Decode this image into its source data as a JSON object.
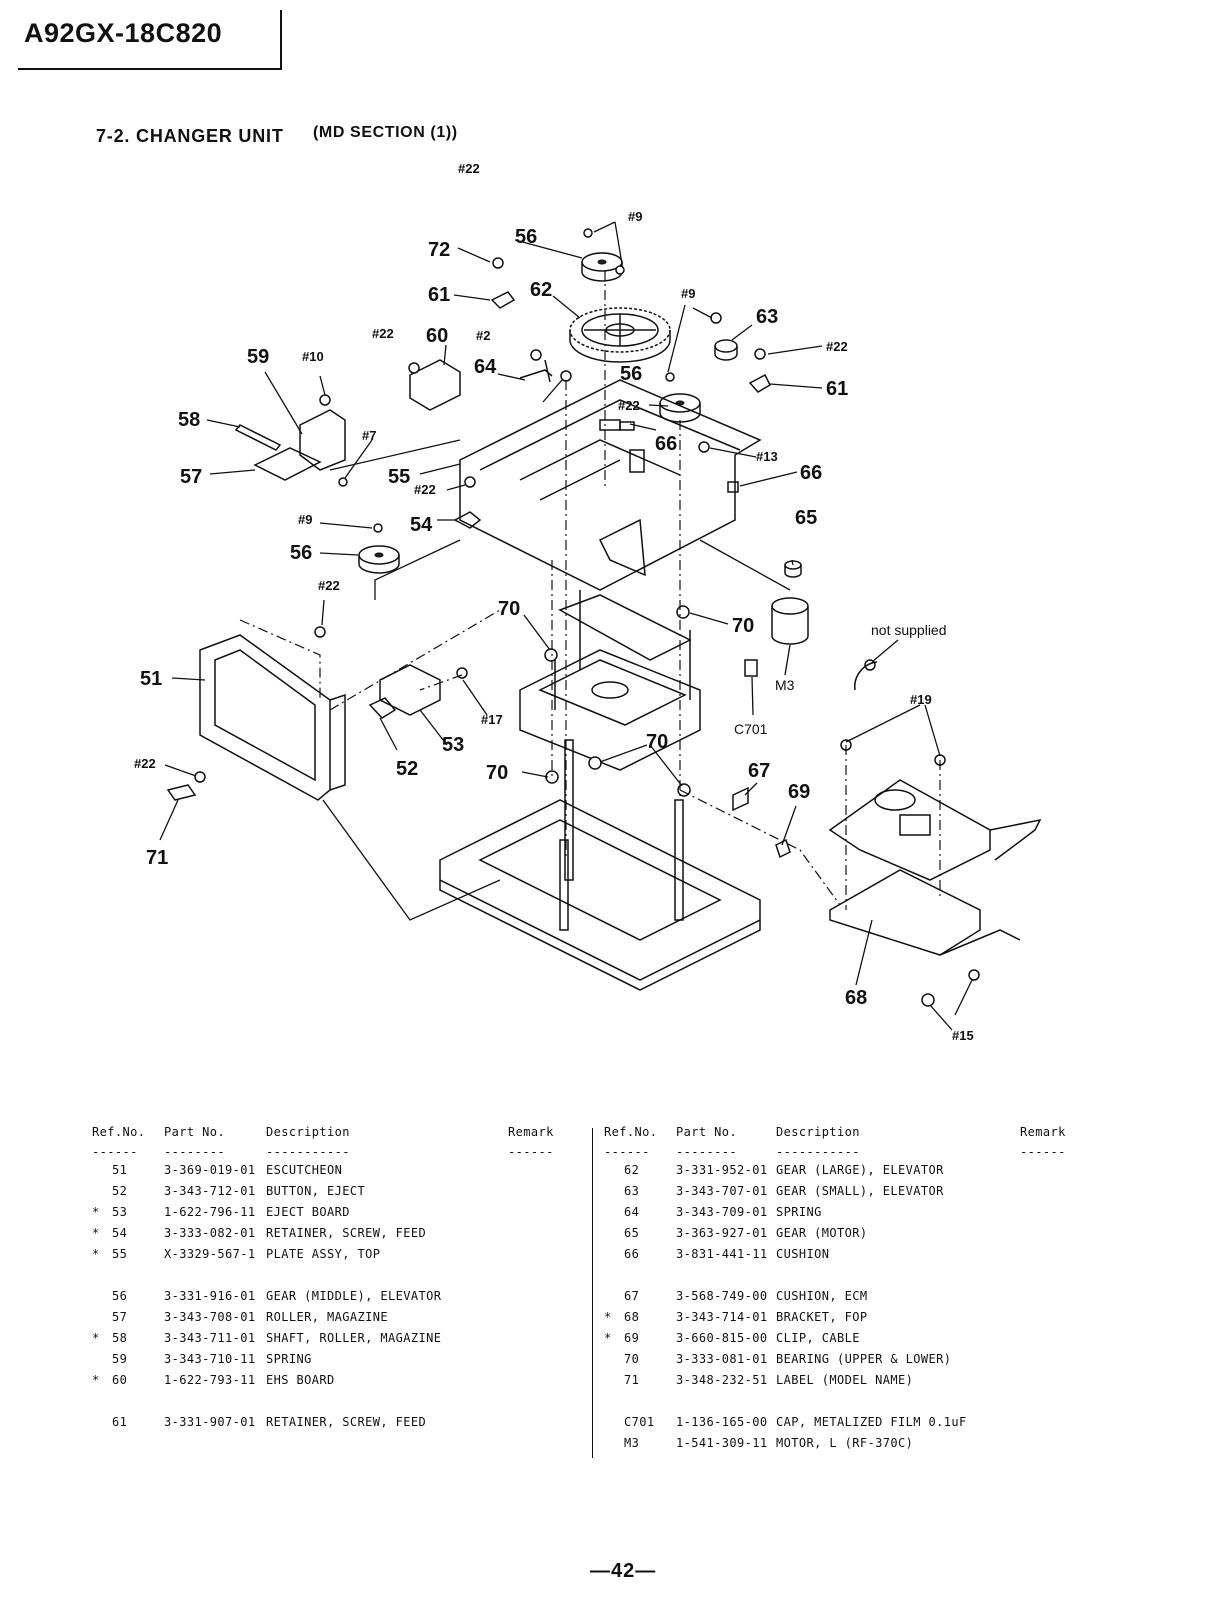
{
  "header": {
    "model": "A92GX-18C820"
  },
  "section": {
    "title": "7-2.  CHANGER  UNIT",
    "subtitle": "(MD  SECTION (1))"
  },
  "diagram": {
    "labels": {
      "l72": "72",
      "l56a": "56",
      "l62": "62",
      "l61a": "61",
      "l60": "60",
      "l59": "59",
      "l58": "58",
      "l57": "57",
      "l55": "55",
      "l54": "54",
      "l56b": "56",
      "l56c": "56",
      "l64": "64",
      "l63": "63",
      "l61b": "61",
      "l66a": "66",
      "l66b": "66",
      "l65": "65",
      "l70a": "70",
      "l70b": "70",
      "l70c": "70",
      "l70d": "70",
      "l51": "51",
      "l53": "53",
      "l52": "52",
      "l71": "71",
      "l67": "67",
      "l69": "69",
      "l68": "68",
      "lM3": "M3",
      "lC701": "C701",
      "s22top": "#22",
      "s9a": "#9",
      "s9b": "#9",
      "s22b": "#22",
      "s2": "#2",
      "s10": "#10",
      "s7": "#7",
      "s22c": "#22",
      "s22d": "#22",
      "s22e": "#22",
      "s13": "#13",
      "s9c": "#9",
      "s22f": "#22",
      "s17": "#17",
      "s22g": "#22",
      "s19": "#19",
      "s15": "#15",
      "note": "not supplied"
    }
  },
  "parts_left": {
    "headers": {
      "ref": "Ref.No.",
      "part": "Part No.",
      "desc": "Description",
      "remark": "Remark"
    },
    "rows": [
      {
        "mark": "",
        "ref": "51",
        "part": "3-369-019-01",
        "desc": "ESCUTCHEON"
      },
      {
        "mark": "",
        "ref": "52",
        "part": "3-343-712-01",
        "desc": "BUTTON, EJECT"
      },
      {
        "mark": "*",
        "ref": "53",
        "part": "1-622-796-11",
        "desc": "EJECT BOARD"
      },
      {
        "mark": "*",
        "ref": "54",
        "part": "3-333-082-01",
        "desc": "RETAINER, SCREW, FEED"
      },
      {
        "mark": "*",
        "ref": "55",
        "part": "X-3329-567-1",
        "desc": "PLATE ASSY, TOP"
      },
      {
        "mark": "",
        "ref": "56",
        "part": "3-331-916-01",
        "desc": "GEAR (MIDDLE), ELEVATOR"
      },
      {
        "mark": "",
        "ref": "57",
        "part": "3-343-708-01",
        "desc": "ROLLER, MAGAZINE"
      },
      {
        "mark": "*",
        "ref": "58",
        "part": "3-343-711-01",
        "desc": "SHAFT, ROLLER, MAGAZINE"
      },
      {
        "mark": "",
        "ref": "59",
        "part": "3-343-710-11",
        "desc": "SPRING"
      },
      {
        "mark": "*",
        "ref": "60",
        "part": "1-622-793-11",
        "desc": "EHS BOARD"
      },
      {
        "mark": "",
        "ref": "61",
        "part": "3-331-907-01",
        "desc": "RETAINER, SCREW, FEED"
      }
    ]
  },
  "parts_right": {
    "headers": {
      "ref": "Ref.No.",
      "part": "Part No.",
      "desc": "Description",
      "remark": "Remark"
    },
    "rows": [
      {
        "mark": "",
        "ref": "62",
        "part": "3-331-952-01",
        "desc": "GEAR (LARGE), ELEVATOR"
      },
      {
        "mark": "",
        "ref": "63",
        "part": "3-343-707-01",
        "desc": "GEAR (SMALL), ELEVATOR"
      },
      {
        "mark": "",
        "ref": "64",
        "part": "3-343-709-01",
        "desc": "SPRING"
      },
      {
        "mark": "",
        "ref": "65",
        "part": "3-363-927-01",
        "desc": "GEAR (MOTOR)"
      },
      {
        "mark": "",
        "ref": "66",
        "part": "3-831-441-11",
        "desc": "CUSHION"
      },
      {
        "mark": "",
        "ref": "67",
        "part": "3-568-749-00",
        "desc": "CUSHION, ECM"
      },
      {
        "mark": "*",
        "ref": "68",
        "part": "3-343-714-01",
        "desc": "BRACKET, FOP"
      },
      {
        "mark": "*",
        "ref": "69",
        "part": "3-660-815-00",
        "desc": "CLIP, CABLE"
      },
      {
        "mark": "",
        "ref": "70",
        "part": "3-333-081-01",
        "desc": "BEARING (UPPER & LOWER)"
      },
      {
        "mark": "",
        "ref": "71",
        "part": "3-348-232-51",
        "desc": "LABEL (MODEL NAME)"
      },
      {
        "mark": "",
        "ref": "C701",
        "part": "1-136-165-00",
        "desc": "CAP, METALIZED FILM 0.1uF"
      },
      {
        "mark": "",
        "ref": "M3",
        "part": "1-541-309-11",
        "desc": "MOTOR, L (RF-370C)"
      }
    ]
  },
  "footer": {
    "page": "—42—"
  }
}
